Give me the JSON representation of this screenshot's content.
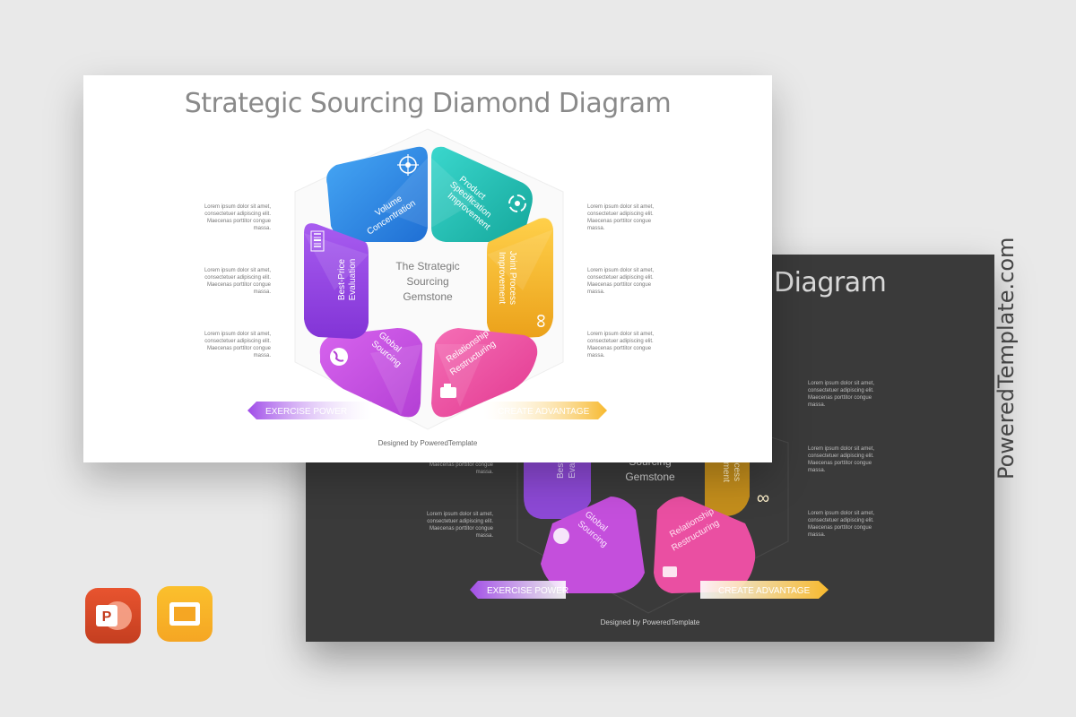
{
  "light_slide": {
    "title": "Strategic Sourcing Diamond Diagram",
    "center_label": [
      "The Strategic",
      "Sourcing",
      "Gemstone"
    ],
    "segments": [
      {
        "label": [
          "Volume",
          "Concentration"
        ],
        "color": "#2f8fe8",
        "icon": "target-icon"
      },
      {
        "label": [
          "Product",
          "Specification",
          "Improvement"
        ],
        "color": "#1fc6b9",
        "icon": "recycle-icon"
      },
      {
        "label": [
          "Joint Process",
          "Improvement"
        ],
        "color": "#f7b92e",
        "icon": "infinity-icon"
      },
      {
        "label": [
          "Relationship",
          "Restructuring"
        ],
        "color": "#f04fa0",
        "icon": "handshake-icon"
      },
      {
        "label": [
          "Global",
          "Sourcing"
        ],
        "color": "#c84fe0",
        "icon": "globe-icon"
      },
      {
        "label": [
          "Best-Price",
          "Evaluation"
        ],
        "color": "#9b4fe3",
        "icon": "barcode-icon"
      }
    ],
    "left_arrow": "EXERCISE POWER",
    "right_arrow": "CREATE ADVANTAGE",
    "lorem": "Lorem ipsum dolor sit amet, consectetuer adipiscing elit. Maecenas porttitor congue massa.",
    "footer": "Designed by PoweredTemplate"
  },
  "dark_slide": {
    "title_visible": "Diagram",
    "center_label": [
      "Sourcing",
      "Gemstone"
    ],
    "partial_labels": [
      "Best",
      "Eval",
      "ocess",
      "ement"
    ],
    "segments": [
      {
        "label": [
          "Global",
          "Sourcing"
        ]
      },
      {
        "label": [
          "Relationship",
          "Restructuring"
        ]
      }
    ],
    "left_arrow": "EXERCISE POWER",
    "right_arrow": "CREATE ADVANTAGE",
    "lorem": "Lorem ipsum dolor sit amet, consectetuer adipiscing elit. Maecenas porttitor congue massa.",
    "lorem_partial": "Maecenas porttitor congue massa.",
    "footer": "Designed by PoweredTemplate"
  },
  "brand": "PoweredTemplate.com",
  "apps": [
    {
      "name": "PowerPoint",
      "icon": "powerpoint-icon",
      "letter": "P"
    },
    {
      "name": "Google Slides",
      "icon": "google-slides-icon"
    }
  ]
}
